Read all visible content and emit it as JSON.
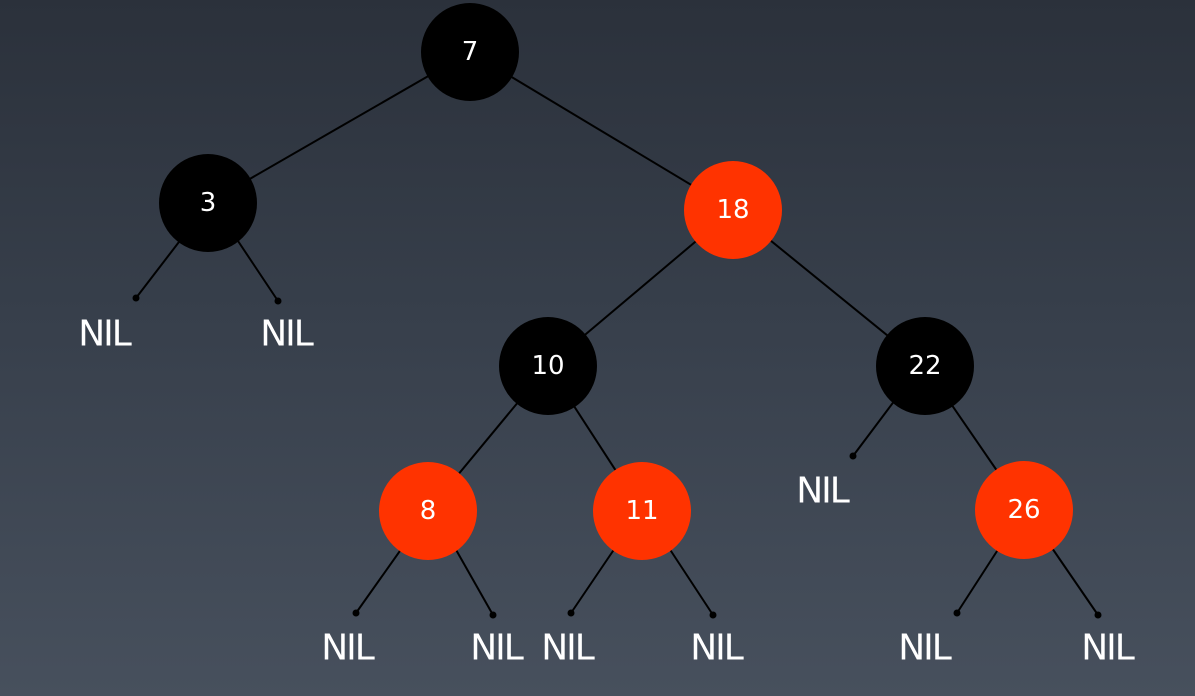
{
  "colors": {
    "black_node": "#000000",
    "red_node": "#ff3300",
    "text": "#ffffff"
  },
  "nodes": [
    {
      "id": "n7",
      "label": "7",
      "color": "black"
    },
    {
      "id": "n3",
      "label": "3",
      "color": "black"
    },
    {
      "id": "n18",
      "label": "18",
      "color": "red"
    },
    {
      "id": "n10",
      "label": "10",
      "color": "black"
    },
    {
      "id": "n22",
      "label": "22",
      "color": "black"
    },
    {
      "id": "n8",
      "label": "8",
      "color": "red"
    },
    {
      "id": "n11",
      "label": "11",
      "color": "red"
    },
    {
      "id": "n26",
      "label": "26",
      "color": "red"
    }
  ],
  "nil_label": "NIL"
}
